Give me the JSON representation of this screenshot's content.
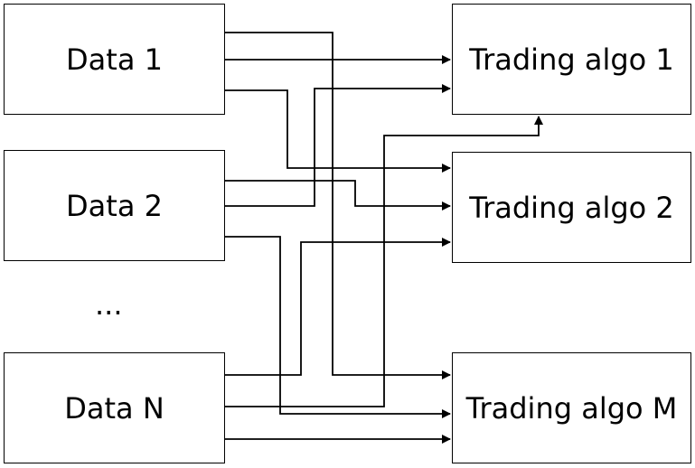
{
  "sources": {
    "data1": "Data 1",
    "data2": "Data 2",
    "ellipsis": "...",
    "dataN": "Data N"
  },
  "targets": {
    "algo1": "Trading algo 1",
    "algo2": "Trading algo 2",
    "algoM": "Trading algo M"
  },
  "colors": {
    "stroke": "#000000",
    "background": "#ffffff"
  }
}
